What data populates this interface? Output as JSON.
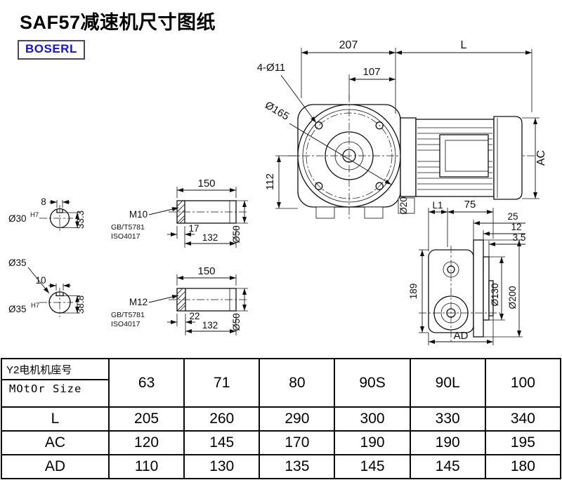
{
  "page": {
    "title": "SAF57减速机尺寸图纸",
    "logo": "BOSERL"
  },
  "front_view": {
    "dim_width": "207",
    "dim_motor_length": "L",
    "dim_bolt_holes": "4-Ø11",
    "dim_107": "107",
    "dim_flange_dia": "Ø165",
    "dim_112": "112",
    "dim_ac": "AC",
    "dim_shaft": "Ø20"
  },
  "shaft_end_top": {
    "dim_key_width": "8",
    "bore": "Ø30",
    "bore_tol": "H7",
    "dim_key_depth": "33.3"
  },
  "shaft_end_bottom": {
    "shaft_dia": "Ø35",
    "dim_key_width": "10",
    "bore": "Ø35",
    "bore_tol": "H7",
    "dim_key_depth": "38.8"
  },
  "shaft_detail_top": {
    "dim_length": "150",
    "thread": "M10",
    "dim_thread_len": "17",
    "dim_132": "132",
    "std_gb": "GB/T5781",
    "std_iso": "ISO4017",
    "dim_dia": "Ø50"
  },
  "shaft_detail_bottom": {
    "dim_length": "150",
    "thread": "M12",
    "dim_thread_len": "22",
    "dim_132": "132",
    "std_gb": "GB/T5781",
    "std_iso": "ISO4017",
    "dim_dia": "Ø50"
  },
  "side_view": {
    "dim_l1": "L1",
    "dim_75": "75",
    "dim_25": "25",
    "dim_12": "12",
    "dim_3_5": "3.5",
    "dim_189": "189",
    "dim_d130": "Ø130",
    "dim_d200": "Ø200",
    "dim_ad": "AD"
  },
  "table": {
    "header_line1": "Y2电机机座号",
    "header_line2": "MOtOr Size",
    "motor_sizes": [
      "63",
      "71",
      "80",
      "90S",
      "90L",
      "100"
    ],
    "rows": [
      {
        "label": "L",
        "values": [
          "205",
          "260",
          "290",
          "300",
          "330",
          "340"
        ]
      },
      {
        "label": "AC",
        "values": [
          "120",
          "145",
          "170",
          "190",
          "190",
          "195"
        ]
      },
      {
        "label": "AD",
        "values": [
          "110",
          "130",
          "135",
          "145",
          "145",
          "180"
        ]
      }
    ]
  }
}
